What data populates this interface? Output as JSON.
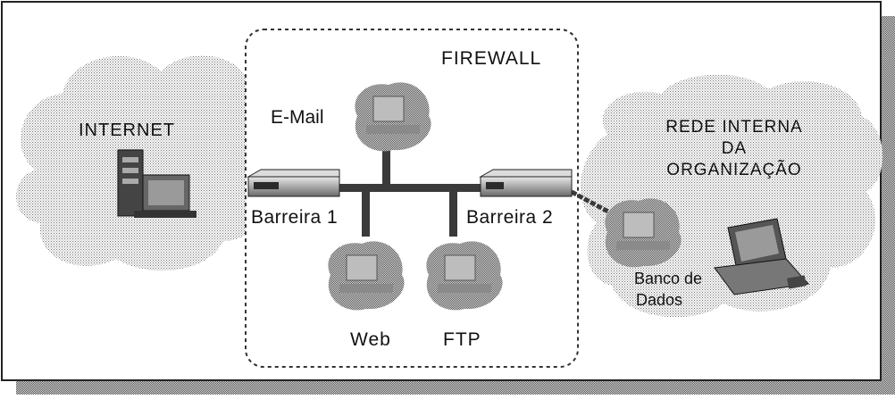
{
  "diagram": {
    "firewall_label": "FIREWALL",
    "internet_label": "INTERNET",
    "internal_network_label": [
      "REDE INTERNA",
      "DA",
      "ORGANIZAÇÃO"
    ],
    "email_label": "E-Mail",
    "barrier1_label": "Barreira 1",
    "barrier2_label": "Barreira 2",
    "web_label": "Web",
    "ftp_label": "FTP",
    "database_label": [
      "Banco de",
      "Dados"
    ]
  },
  "colors": {
    "stipple_light": "#c8c8c8",
    "stipple_dark": "#9a9a9a",
    "line": "#1a1a1a",
    "trunk": "#3a3a3a",
    "background": "#ffffff"
  },
  "icons": [
    "internet-server-icon",
    "email-server-icon",
    "barrier-router-icon",
    "web-server-icon",
    "ftp-server-icon",
    "database-icon",
    "workstation-icon"
  ]
}
